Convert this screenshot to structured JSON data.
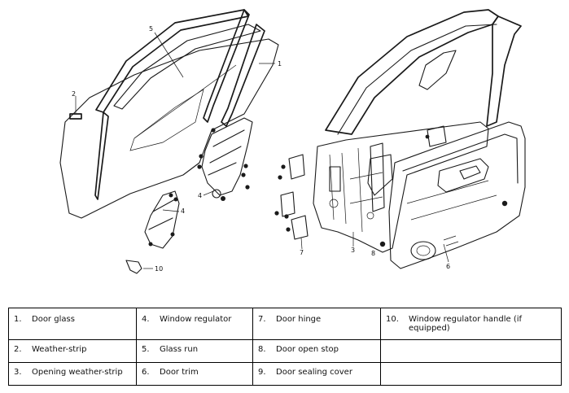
{
  "diagram": {
    "callouts": [
      "1",
      "2",
      "3",
      "4",
      "4",
      "5",
      "6",
      "7",
      "8",
      "10"
    ]
  },
  "legend": {
    "rows": [
      [
        {
          "num": "1.",
          "label": "Door glass"
        },
        {
          "num": "4.",
          "label": "Window regulator"
        },
        {
          "num": "7.",
          "label": "Door hinge"
        },
        {
          "num": "10.",
          "label": "Window regulator handle (if equipped)"
        }
      ],
      [
        {
          "num": "2.",
          "label": "Weather-strip"
        },
        {
          "num": "5.",
          "label": "Glass run"
        },
        {
          "num": "8.",
          "label": "Door open stop"
        },
        {
          "num": "",
          "label": ""
        }
      ],
      [
        {
          "num": "3.",
          "label": "Opening weather-strip"
        },
        {
          "num": "6.",
          "label": "Door trim"
        },
        {
          "num": "9.",
          "label": "Door sealing cover"
        },
        {
          "num": "",
          "label": ""
        }
      ]
    ]
  }
}
